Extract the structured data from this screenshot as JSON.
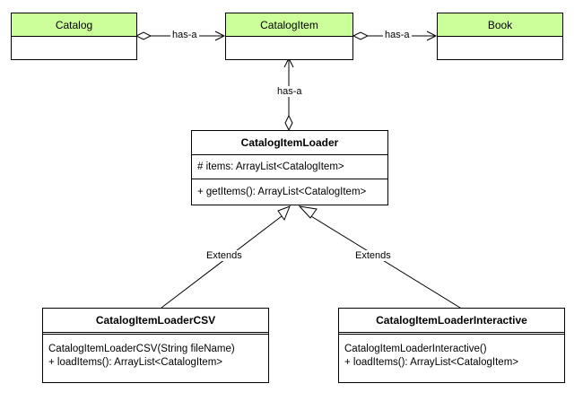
{
  "classes": {
    "catalog": {
      "name": "Catalog"
    },
    "catalog_item": {
      "name": "CatalogItem"
    },
    "book": {
      "name": "Book"
    },
    "loader": {
      "name": "CatalogItemLoader",
      "attributes": [
        "# items: ArrayList<CatalogItem>"
      ],
      "methods": [
        "+ getItems(): ArrayList<CatalogItem>"
      ]
    },
    "loader_csv": {
      "name": "CatalogItemLoaderCSV",
      "methods": [
        "CatalogItemLoaderCSV(String fileName)",
        "+ loadItems(): ArrayList<CatalogItem>"
      ]
    },
    "loader_interactive": {
      "name": "CatalogItemLoaderInteractive",
      "methods": [
        "CatalogItemLoaderInteractive()",
        "+ loadItems(): ArrayList<CatalogItem>"
      ]
    }
  },
  "relations": {
    "catalog_item": "has-a",
    "book": "has-a",
    "loader": "has-a",
    "extends_csv": "Extends",
    "extends_interactive": "Extends"
  },
  "colors": {
    "header_fill": "#ccff99",
    "line": "#000000"
  }
}
